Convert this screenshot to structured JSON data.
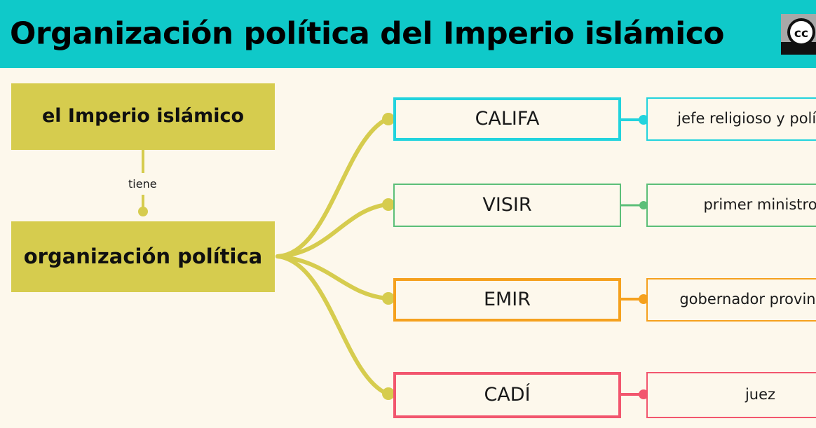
{
  "header": {
    "title": "Organización política del Imperio islámico",
    "background_color": "#0fc9c9",
    "title_color": "#000000",
    "badge": {
      "name": "creative-commons-badge",
      "label": "cc"
    }
  },
  "canvas": {
    "background_color": "#fdf8ec",
    "branch_color": "#d6cc4e"
  },
  "left_column": {
    "root": {
      "label": "el Imperio islámico",
      "fill": "#d6cc4e"
    },
    "edge_label": "tiene",
    "hub": {
      "label": "organización política",
      "fill": "#d6cc4e"
    }
  },
  "branches": [
    {
      "term": "CALIFA",
      "description": "jefe religioso y político",
      "color": "#22d3dd",
      "border_weight": "thick"
    },
    {
      "term": "VISIR",
      "description": "primer ministro",
      "color": "#5cbf78",
      "border_weight": "thin"
    },
    {
      "term": "EMIR",
      "description": "gobernador provincial",
      "color": "#f5a11e",
      "border_weight": "thick"
    },
    {
      "term": "CADÍ",
      "description": "juez",
      "color": "#f2566e",
      "border_weight": "thick"
    }
  ]
}
